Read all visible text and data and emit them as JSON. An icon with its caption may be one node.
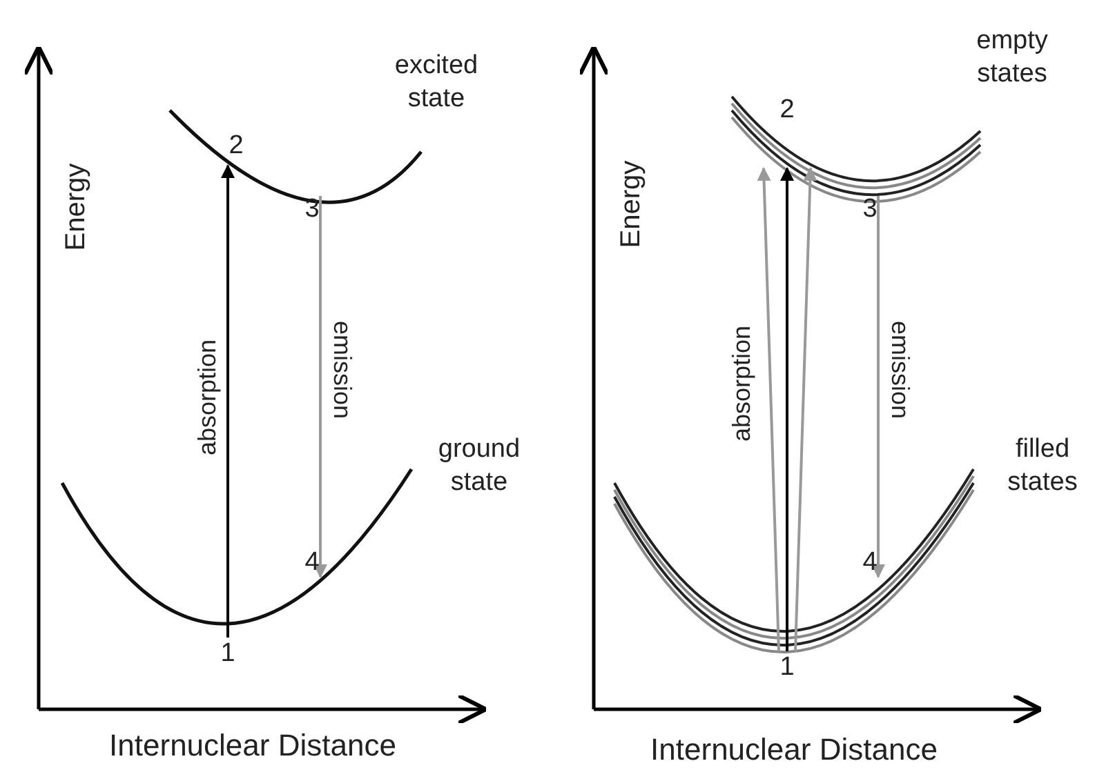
{
  "diagram": {
    "nodes": [
      {
        "text": [
          "1"
        ]
      },
      {
        "text": [
          "2"
        ]
      },
      {
        "text": [
          "3"
        ]
      },
      {
        "text": [
          "4"
        ]
      },
      {
        "text": [
          "1"
        ]
      },
      {
        "text": [
          "2"
        ]
      },
      {
        "text": [
          "3"
        ]
      },
      {
        "text": [
          "4"
        ]
      }
    ],
    "edges": [
      {
        "from": 0,
        "to": 1,
        "arrow": "to",
        "label": "absorption",
        "color": "#000000"
      },
      {
        "from": 2,
        "to": 3,
        "arrow": "to",
        "label": "emission"
      },
      {
        "from": 4,
        "to": 5,
        "arrow": "to",
        "label": "absorption"
      },
      {
        "from": 4,
        "to": 5,
        "arrow": "to",
        "color": "#000000"
      },
      {
        "from": 4,
        "to": 5,
        "arrow": "to"
      },
      {
        "from": 6,
        "to": 7,
        "arrow": "to",
        "label": "emission"
      }
    ],
    "labels": [
      "Energy",
      "excited state",
      "ground state",
      "Internuclear Distance",
      "Energy",
      "empty states",
      "filled states",
      "Internuclear Distance"
    ]
  }
}
